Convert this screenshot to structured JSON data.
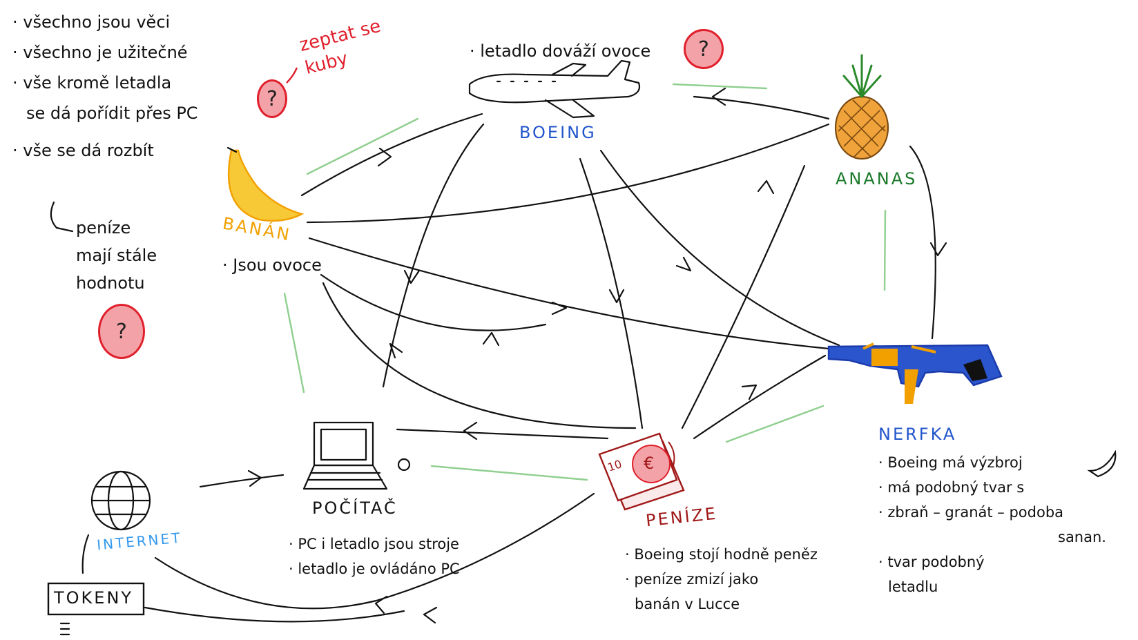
{
  "notes_top_left": [
    "· všechno jsou věci",
    "· všechno je užitečné",
    "· vše kromě letadla",
    "se dá pořídit přes PC",
    "· vše se dá rozbít"
  ],
  "question_text": "zeptat se kuby",
  "money_note": [
    "peníze",
    "mají stále",
    "hodnotu"
  ],
  "qmark_symbol": "?",
  "boeing": {
    "label": "BOEING",
    "note": "· letadlo dováží ovoce"
  },
  "banan": {
    "label": "BANÁN",
    "note": "· Jsou ovoce"
  },
  "ananas": {
    "label": "ANANAS"
  },
  "nerfka": {
    "label": "NERFKA",
    "notes": [
      "· Boeing má výzbroj",
      "· má podobný tvar s",
      "· zbraň – granát – podoba",
      "sanan.",
      "· tvar podobný",
      "letadlu"
    ]
  },
  "pocitac": {
    "label": "POČÍTAČ",
    "notes": [
      "· PC i letadlo jsou stroje",
      "· letadlo je ovládáno PC"
    ]
  },
  "penize": {
    "label": "PENÍZE",
    "note_symbol": "10",
    "currency_symbol": "€",
    "notes": [
      "· Boeing stojí hodně peněz",
      "· peníze zmizí jako",
      "banán v Lucce"
    ]
  },
  "internet": {
    "label": "INTERNET"
  },
  "tokeny": {
    "label": "TOKENY"
  },
  "colors": {
    "ink": "#111111",
    "boeing": "#2255cc",
    "banan": "#f2a000",
    "ananas": "#1a7a2a",
    "nerfka": "#2255cc",
    "penize": "#a01818",
    "internet": "#3399ee",
    "question": "#e0202c",
    "relation": "#8fcf8f"
  }
}
